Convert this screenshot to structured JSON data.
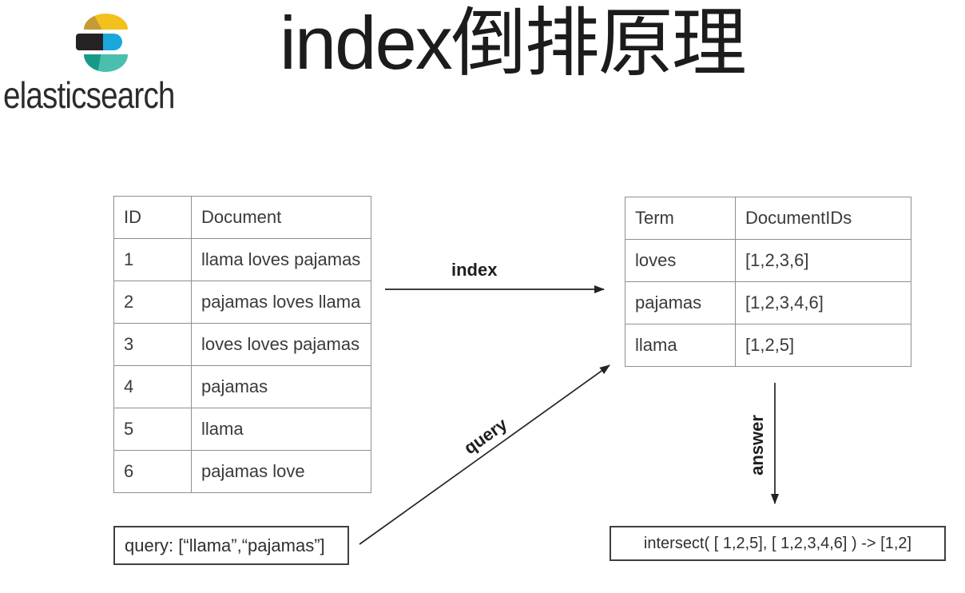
{
  "header": {
    "brand": "elasticsearch",
    "title": "index倒排原理"
  },
  "logo": {
    "colors": {
      "yellow": "#f2c11c",
      "gold": "#c49b35",
      "black": "#262224",
      "blue": "#1aa7dc",
      "teal_dark": "#17998a",
      "teal": "#4abfae"
    }
  },
  "left_table": {
    "headers": [
      "ID",
      "Document"
    ],
    "rows": [
      [
        "1",
        "llama loves pajamas"
      ],
      [
        "2",
        "pajamas loves llama"
      ],
      [
        "3",
        "loves loves pajamas"
      ],
      [
        "4",
        "pajamas"
      ],
      [
        "5",
        "llama"
      ],
      [
        "6",
        "pajamas love"
      ]
    ]
  },
  "right_table": {
    "headers": [
      "Term",
      "DocumentIDs"
    ],
    "rows": [
      [
        "loves",
        "[1,2,3,6]"
      ],
      [
        "pajamas",
        "[1,2,3,4,6]"
      ],
      [
        "llama",
        "[1,2,5]"
      ]
    ]
  },
  "labels": {
    "index": "index",
    "query": "query",
    "answer": "answer"
  },
  "query_box": "query: [“llama”,“pajamas”]",
  "result_box": "intersect( [ 1,2,5], [ 1,2,3,4,6] ) -> [1,2]"
}
